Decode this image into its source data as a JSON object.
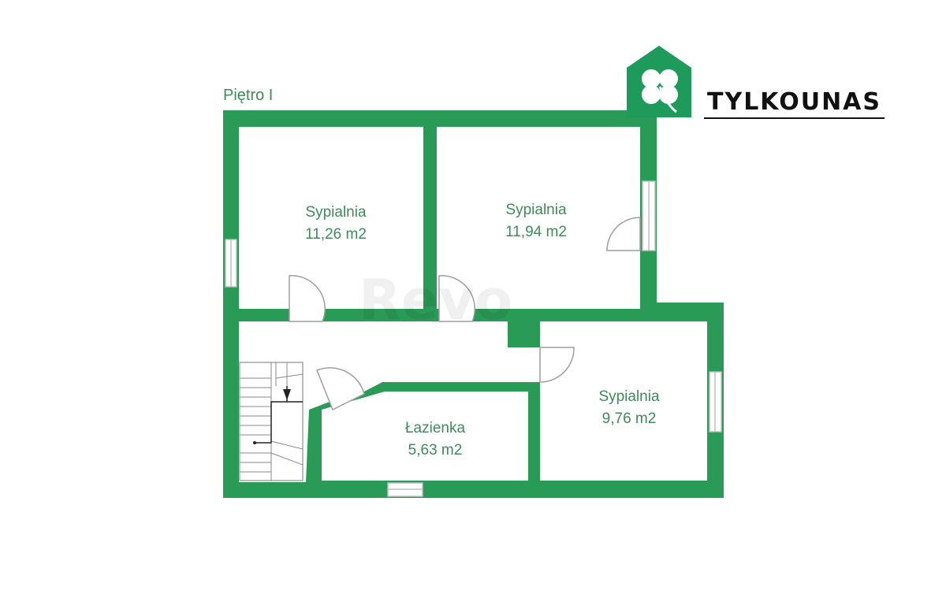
{
  "floor": {
    "label": "Piętro I"
  },
  "brand": {
    "name": "TYLKOUNAS",
    "logo_icon": "clover-house-icon",
    "color": "#1e9a5a"
  },
  "watermark": "Revo",
  "colors": {
    "wall": "#2a9a57",
    "label": "#3f8a5a"
  },
  "rooms": [
    {
      "name": "Sypialnia",
      "area": "11,26 m2"
    },
    {
      "name": "Sypialnia",
      "area": "11,94 m2"
    },
    {
      "name": "Sypialnia",
      "area": "9,76 m2"
    },
    {
      "name": "Łazienka",
      "area": "5,63 m2"
    }
  ]
}
